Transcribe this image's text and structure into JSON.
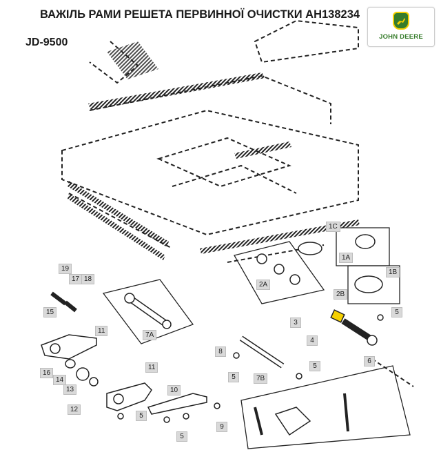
{
  "header": {
    "title": "ВАЖІЛЬ РАМИ РЕШЕТА ПЕРВИННОЇ ОЧИСТКИ AH138234",
    "model": "JD-9500"
  },
  "logo": {
    "text": "JOHN DEERE",
    "brand_color": "#367c2b",
    "accent_color": "#f5d000"
  },
  "callouts": [
    "1C",
    "1A",
    "1B",
    "2A",
    "2B",
    "3",
    "4",
    "5",
    "6",
    "7A",
    "7B",
    "8",
    "5",
    "5",
    "9",
    "10",
    "11",
    "11",
    "12",
    "13",
    "14",
    "16",
    "15",
    "17",
    "18",
    "19",
    "5",
    "5"
  ]
}
